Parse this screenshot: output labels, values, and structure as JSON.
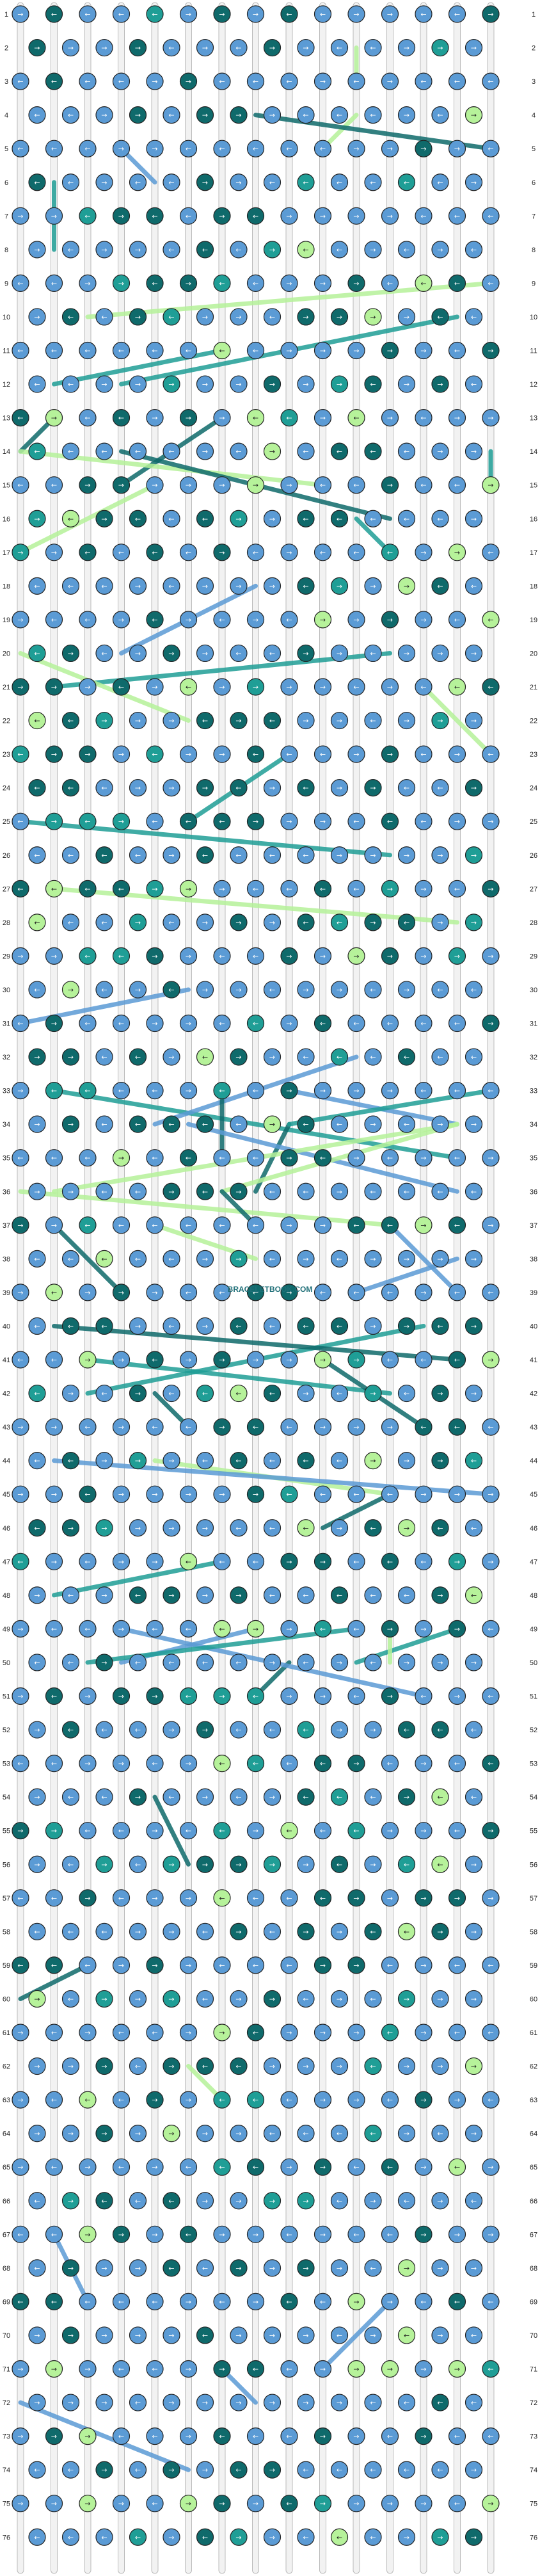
{
  "pattern": {
    "watermark": "BRACELETBOOK.COM",
    "strings": 15,
    "rows": 76,
    "colors": {
      "blue": "#5b9bd5",
      "dark_teal": "#0f6a6b",
      "teal": "#1f9e96",
      "light_green": "#b6f29a",
      "string_background": "#f2f2f2",
      "node_outline": "#222222"
    },
    "thread_colors_by_string": [
      "#b6f29a",
      "#5b9bd5",
      "#0f6a6b",
      "#5b9bd5",
      "#0f6a6b",
      "#5b9bd5",
      "#0f6a6b",
      "#5b9bd5",
      "#5b9bd5",
      "#5b9bd5",
      "#5b9bd5",
      "#5b9bd5",
      "#5b9bd5",
      "#1f9e96",
      "#5b9bd5"
    ],
    "node_icons": {
      "forward": "right-arrow-icon",
      "backward": "left-arrow-icon"
    }
  },
  "row_labels": [
    "1",
    "2",
    "3",
    "4",
    "5",
    "6",
    "7",
    "8",
    "9",
    "10",
    "11",
    "12",
    "13",
    "14",
    "15",
    "16",
    "17",
    "18",
    "19",
    "20",
    "21",
    "22",
    "23",
    "24",
    "25",
    "26",
    "27",
    "28",
    "29",
    "30",
    "31",
    "32",
    "33",
    "34",
    "35",
    "36",
    "37",
    "38",
    "39",
    "40",
    "41",
    "42",
    "43",
    "44",
    "45",
    "46",
    "47",
    "48",
    "49",
    "50",
    "51",
    "52",
    "53",
    "54",
    "55",
    "56",
    "57",
    "58",
    "59",
    "60",
    "61",
    "62",
    "63",
    "64",
    "65",
    "66",
    "67",
    "68",
    "69",
    "70",
    "71",
    "72",
    "73",
    "74",
    "75",
    "76"
  ]
}
